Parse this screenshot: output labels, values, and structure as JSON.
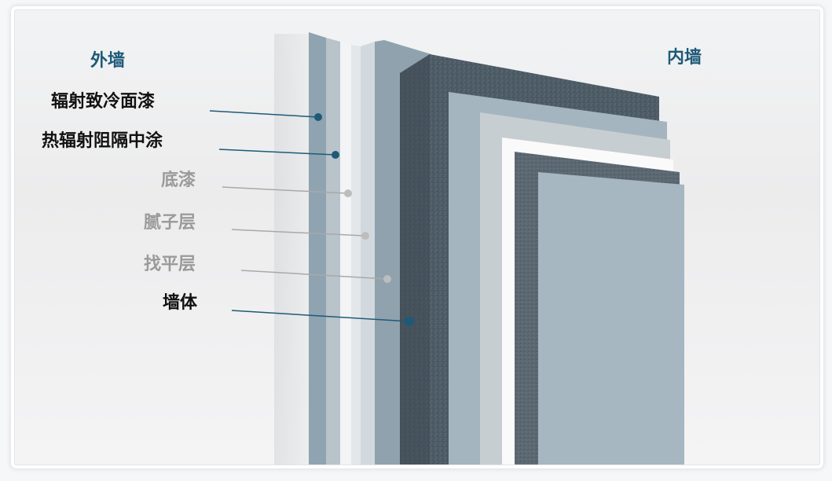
{
  "headers": {
    "exterior": "外墙",
    "interior": "内墙"
  },
  "layers": [
    {
      "id": "radiative-cooling-topcoat",
      "label": "辐射致冷面漆",
      "emphasis": "primary"
    },
    {
      "id": "thermal-barrier-midcoat",
      "label": "热辐射阻隔中涂",
      "emphasis": "primary"
    },
    {
      "id": "primer",
      "label": "底漆",
      "emphasis": "secondary"
    },
    {
      "id": "putty-layer",
      "label": "腻子层",
      "emphasis": "secondary"
    },
    {
      "id": "leveling-layer",
      "label": "找平层",
      "emphasis": "secondary"
    },
    {
      "id": "wall-body",
      "label": "墙体",
      "emphasis": "primary"
    }
  ],
  "colors": {
    "header": "#1e5a78",
    "primary_text": "#111111",
    "secondary_text": "#9a9a9a",
    "primary_line": "#1e5a78",
    "secondary_line": "#a9a9a9",
    "primary_dot": "#1e5a78",
    "secondary_dot": "#bdbdbd"
  }
}
